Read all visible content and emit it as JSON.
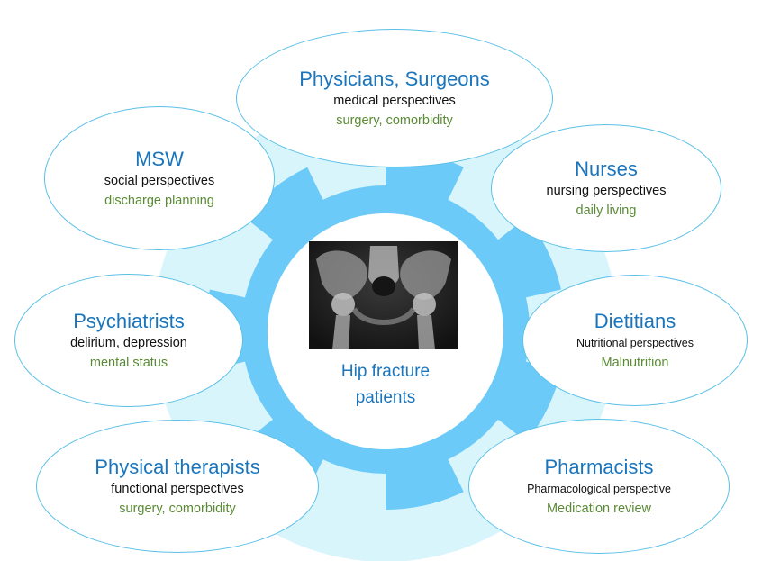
{
  "colors": {
    "ring": "#6ccaf8",
    "halo": "#d9f5fc",
    "ellipse_border": "#5bc0e8",
    "title": "#1a75bc",
    "detail": "#5a8a34"
  },
  "center": {
    "label_line1": "Hip fracture",
    "label_line2": "patients",
    "image": "pelvis-xray"
  },
  "nodes": {
    "physicians": {
      "title": "Physicians, Surgeons",
      "perspective": "medical perspectives",
      "detail": "surgery, comorbidity"
    },
    "nurses": {
      "title": "Nurses",
      "perspective": "nursing perspectives",
      "detail": "daily living"
    },
    "dietitians": {
      "title": "Dietitians",
      "perspective": "Nutritional perspectives",
      "detail": "Malnutrition"
    },
    "pharmacists": {
      "title": "Pharmacists",
      "perspective": "Pharmacological perspective",
      "detail": "Medication review"
    },
    "physical_therapists": {
      "title": "Physical therapists",
      "perspective": "functional perspectives",
      "detail": "surgery, comorbidity"
    },
    "psychiatrists": {
      "title": "Psychiatrists",
      "perspective": "delirium, depression",
      "detail": "mental status"
    },
    "msw": {
      "title": "MSW",
      "perspective": "social perspectives",
      "detail": "discharge planning"
    }
  }
}
